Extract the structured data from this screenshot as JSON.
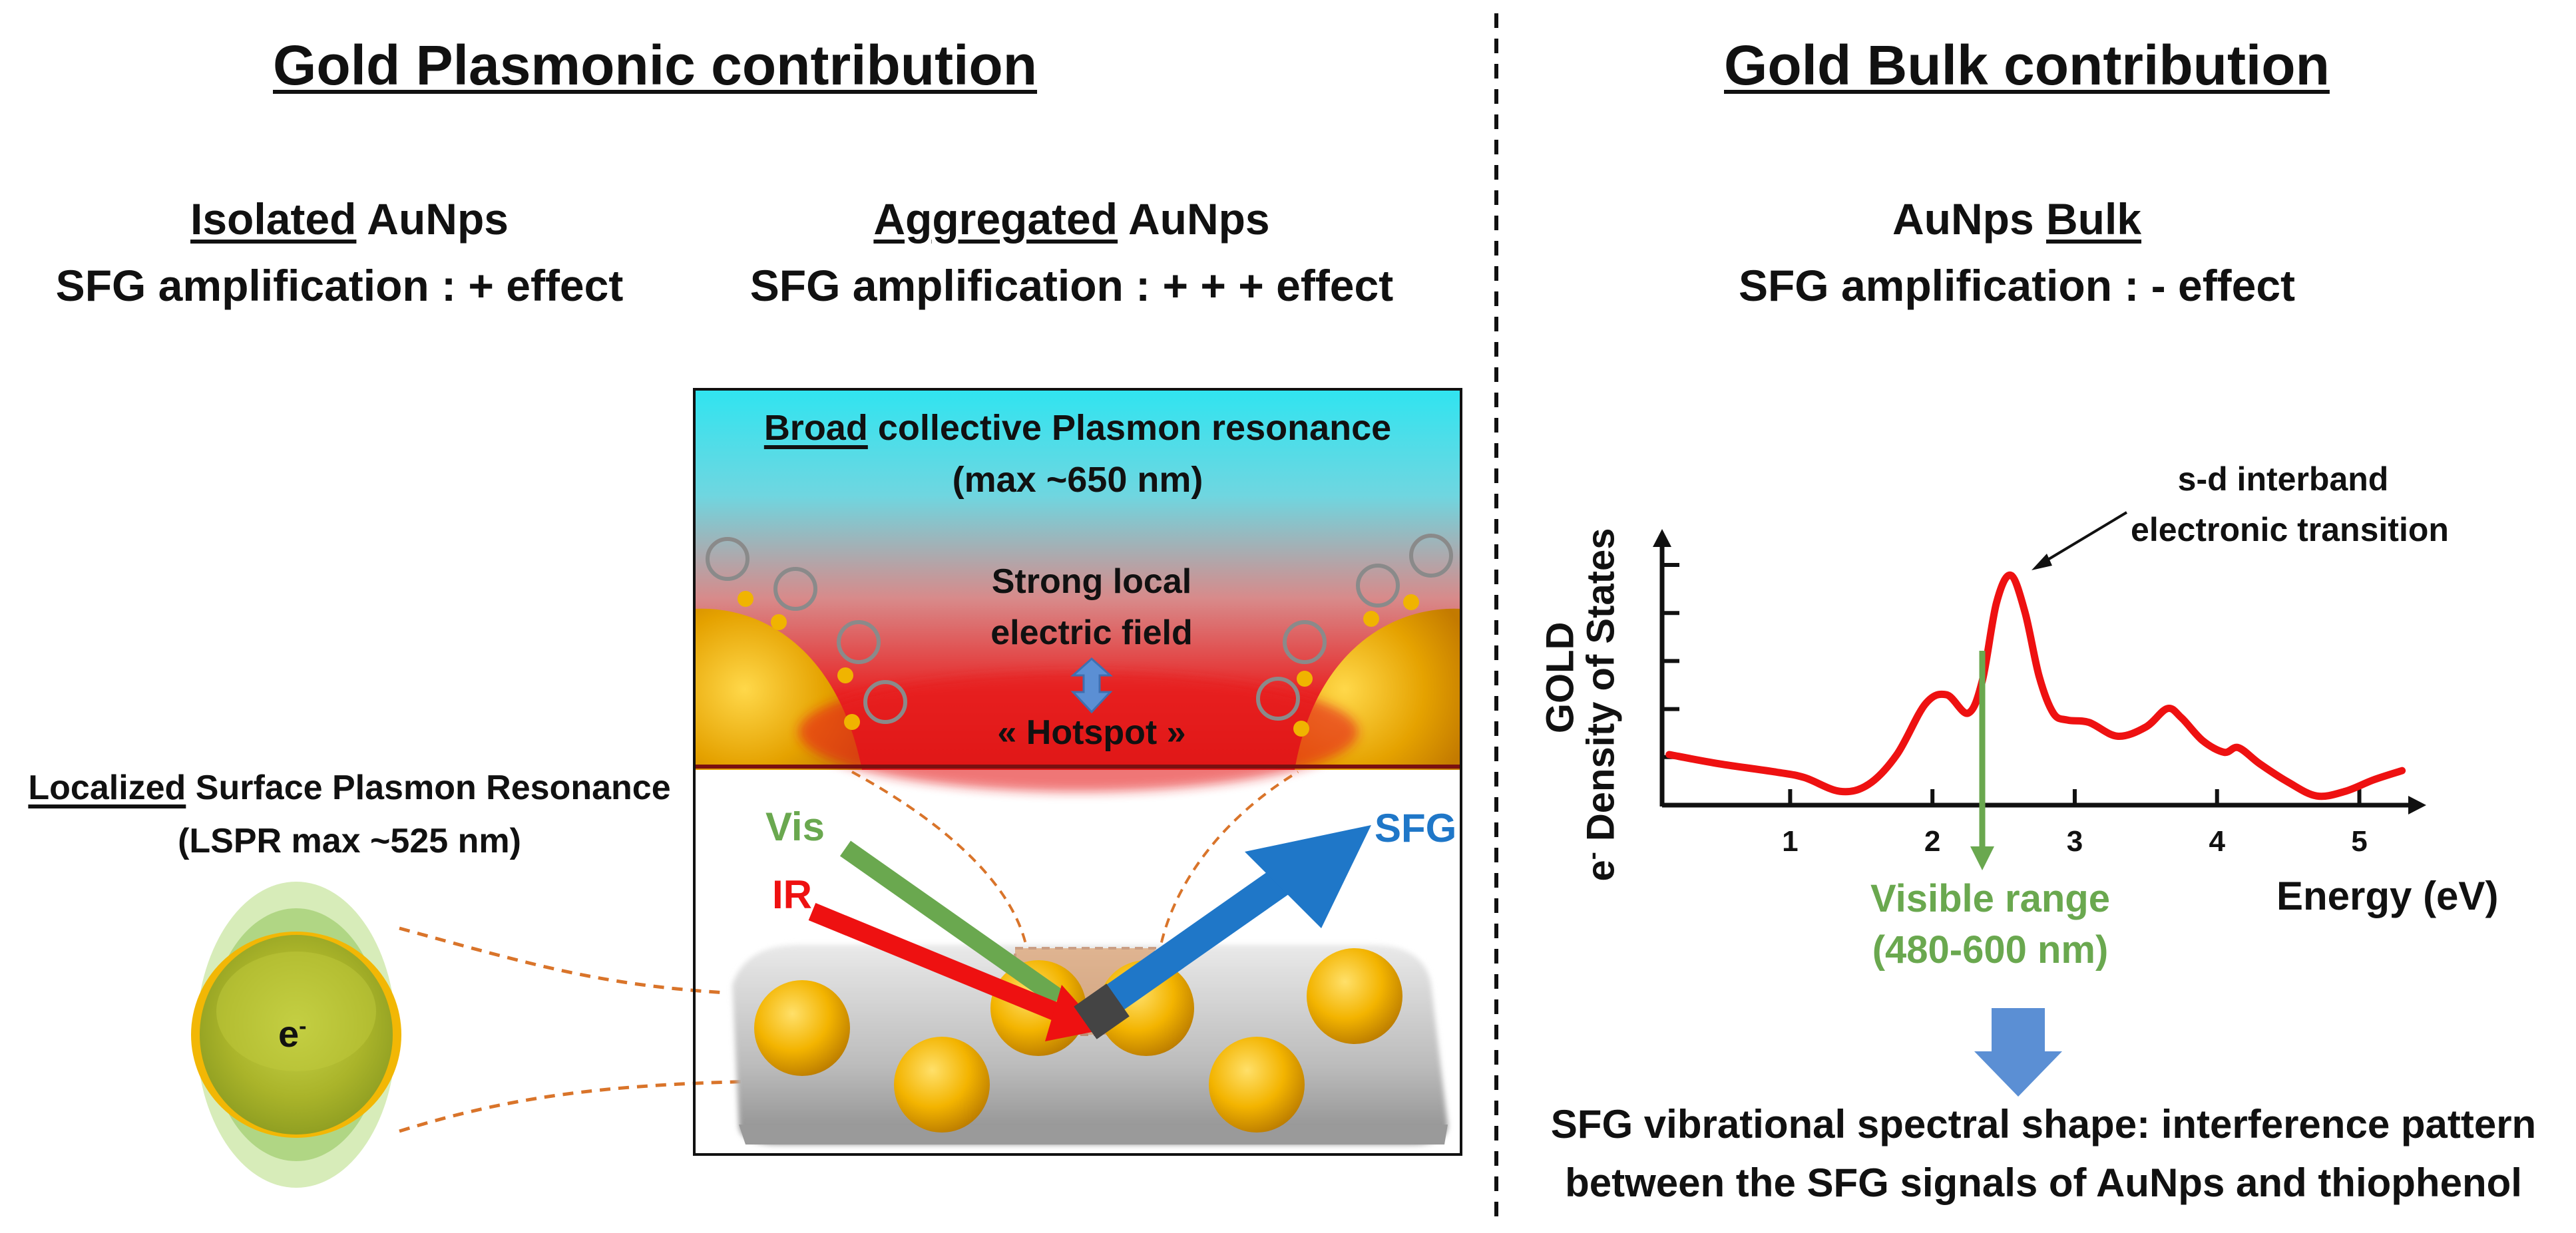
{
  "left": {
    "title": "Gold Plasmonic contribution",
    "isolated": {
      "heading_underlined": "Isolated",
      "heading_rest": " AuNps",
      "amplification": "SFG amplification : + effect"
    },
    "aggregated": {
      "heading_underlined": "Aggregated",
      "heading_rest": " AuNps",
      "amplification": "SFG amplification : + + + effect"
    },
    "lspr": {
      "line1_underlined": "Localized",
      "line1_rest": " Surface Plasmon Resonance",
      "line2": "(LSPR max ~525 nm)"
    },
    "electron_label": "e",
    "electron_sup": "-",
    "inset": {
      "broad_underlined": "Broad",
      "broad_rest": " collective Plasmon resonance",
      "max_line": "(max ~650 nm)",
      "field_line1": "Strong local",
      "field_line2": "electric field",
      "hotspot": "« Hotspot »"
    },
    "beams": {
      "vis": "Vis",
      "ir": "IR",
      "sfg": "SFG"
    },
    "colors": {
      "vis": "#6aa84f",
      "ir": "#ee1111",
      "sfg": "#1f77c8",
      "gold": "#f2b705",
      "cyan": "#34e3ee"
    }
  },
  "right": {
    "title": "Gold Bulk contribution",
    "heading_plain": "AuNps ",
    "heading_underlined": "Bulk",
    "amplification": "SFG amplification : - effect",
    "chart_labels": {
      "ylabel_line1": "GOLD",
      "ylabel_line2_prefix": "e",
      "ylabel_line2_sup": "-",
      "ylabel_line2_rest": " Density of States",
      "xlabel": "Energy (eV)",
      "annotation_line1": "s-d interband",
      "annotation_line2": "electronic transition",
      "visible_line1": "Visible range",
      "visible_line2": "(480-600 nm)"
    },
    "conclusion_line1": "SFG vibrational spectral shape: interference pattern",
    "conclusion_line2": "between the SFG signals of AuNps and thiophenol"
  },
  "chart_data": {
    "type": "line",
    "xlabel": "Energy (eV)",
    "ylabel": "e- Density of States",
    "xlim": [
      0.1,
      5.4
    ],
    "x_ticks": [
      "1",
      "2",
      "3",
      "4",
      "5"
    ],
    "ylim": [
      0,
      5.5
    ],
    "series": [
      {
        "color": "#ee1111",
        "x": [
          0.15,
          0.5,
          0.9,
          1.1,
          1.35,
          1.55,
          1.75,
          1.95,
          2.1,
          2.25,
          2.35,
          2.45,
          2.55,
          2.65,
          2.75,
          2.85,
          2.95,
          3.1,
          3.3,
          3.5,
          3.65,
          3.75,
          3.9,
          4.05,
          4.15,
          4.3,
          4.5,
          4.7,
          4.9,
          5.1,
          5.3
        ],
        "y": [
          1.1,
          0.9,
          0.72,
          0.6,
          0.3,
          0.45,
          1.1,
          2.2,
          2.4,
          2.0,
          2.7,
          4.4,
          5.0,
          4.2,
          2.8,
          2.0,
          1.85,
          1.8,
          1.5,
          1.7,
          2.1,
          1.9,
          1.4,
          1.15,
          1.25,
          0.9,
          0.5,
          0.2,
          0.3,
          0.55,
          0.75
        ]
      }
    ],
    "visible_marker_x": 2.35
  }
}
